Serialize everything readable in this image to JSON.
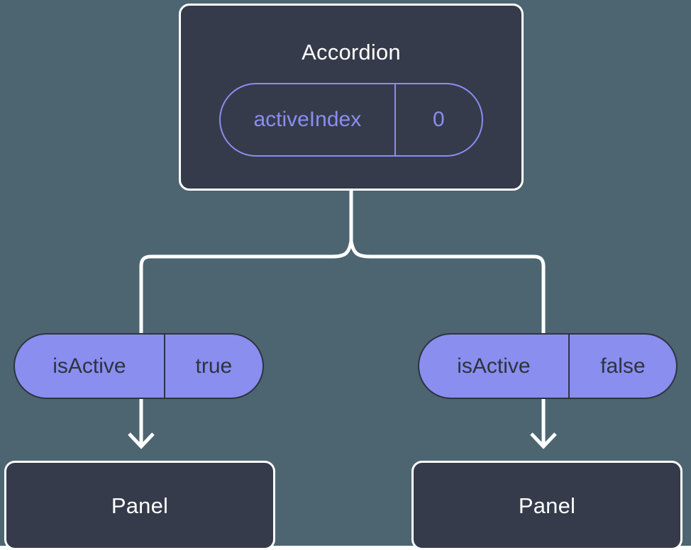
{
  "diagram": {
    "type": "component-tree",
    "background_color": "#4c6571",
    "node_fill_color": "#353b4a",
    "node_border_color": "#ffffff",
    "accent_color": "#8a8eef",
    "chip_text_color": "#2e3340",
    "connector_color": "#ffffff"
  },
  "root": {
    "title": "Accordion",
    "state_chip": {
      "key": "activeIndex",
      "value": "0"
    }
  },
  "branches": [
    {
      "prop_chip": {
        "key": "isActive",
        "value": "true"
      },
      "child": {
        "title": "Panel"
      }
    },
    {
      "prop_chip": {
        "key": "isActive",
        "value": "false"
      },
      "child": {
        "title": "Panel"
      }
    }
  ]
}
